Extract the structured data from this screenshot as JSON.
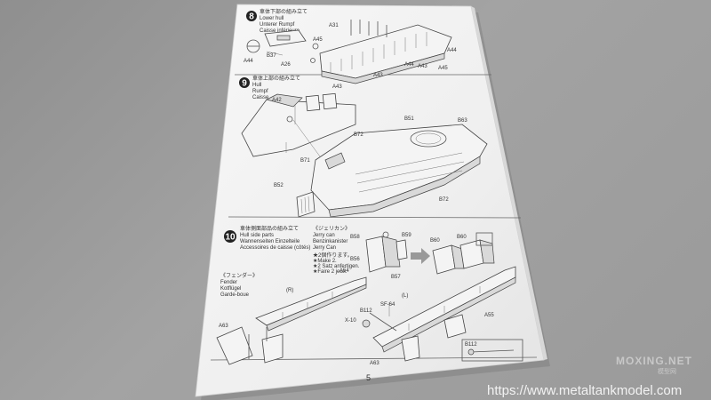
{
  "manual": {
    "page_number": "5",
    "steps": [
      {
        "number": "8",
        "title_jp": "車体下部の組み立て",
        "title_lines": [
          "Lower hull",
          "Unterer Rumpf",
          "Caisse inférieure"
        ],
        "parts": [
          "A44",
          "B37",
          "A26",
          "A45",
          "A31",
          "A44",
          "A43",
          "A44",
          "A43",
          "A45"
        ]
      },
      {
        "number": "9",
        "title_jp": "車体上部の組み立て",
        "title_lines": [
          "Hull",
          "Rumpf",
          "Caisse"
        ],
        "parts": [
          "A42",
          "A43",
          "B51",
          "B63",
          "B72",
          "B71",
          "B52",
          "B72"
        ]
      },
      {
        "number": "10",
        "title_jp": "車体側面部品の組み立て",
        "title_lines": [
          "Hull side parts",
          "Wannenseiten Einzelteile",
          "Accessoires de caisse (côtés)"
        ],
        "jerry_can": {
          "title_jp": "《ジェリカン》",
          "lines": [
            "Jerry can",
            "Benzinkanister",
            "Jerry Can"
          ],
          "note_lines": [
            "★2個作ります。",
            "★Make 2.",
            "★2 Satz anfertigen.",
            "★Faire 2 jeux."
          ]
        },
        "fender": {
          "title_jp": "《フェンダー》",
          "lines": [
            "Fender",
            "Kotflügel",
            "Garde-boue"
          ]
        },
        "parts": [
          "B58",
          "B59",
          "B56",
          "B57",
          "B60",
          "B60",
          "A54",
          "A63",
          "A55",
          "B112",
          "B112",
          "A63"
        ],
        "side_labels": [
          "(R)",
          "(L)"
        ],
        "small_labels": [
          "X-10",
          "SF-64"
        ]
      }
    ]
  },
  "watermark": {
    "brand": "MOXING.NET",
    "brand_sub": "模型网",
    "url": "https://www.metaltankmodel.com"
  }
}
